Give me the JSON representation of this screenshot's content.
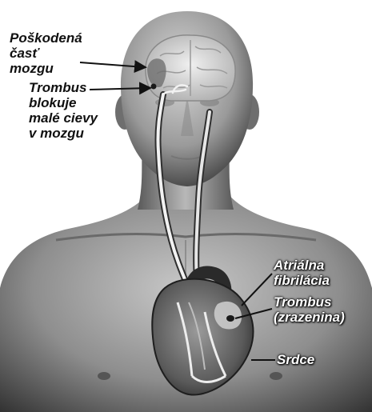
{
  "labels": {
    "damaged_brain": "Poškodená\nčasť\nmozgu",
    "thrombus_brain": "Trombus\nblokuje\nmalé cievy\nv mozgu",
    "atrial_fibrillation": "Atriálna\nfibrilácia",
    "thrombus_heart": "Trombus\n(zrazenina)",
    "heart": "Srdce"
  },
  "colors": {
    "background": "#ffffff",
    "body_light": "#c2c2c2",
    "body_mid": "#8a8a8a",
    "body_dark": "#3a3a3a",
    "brain": "#d9d9d9",
    "vessel": "#f2f2f2",
    "arrow": "#111111"
  }
}
